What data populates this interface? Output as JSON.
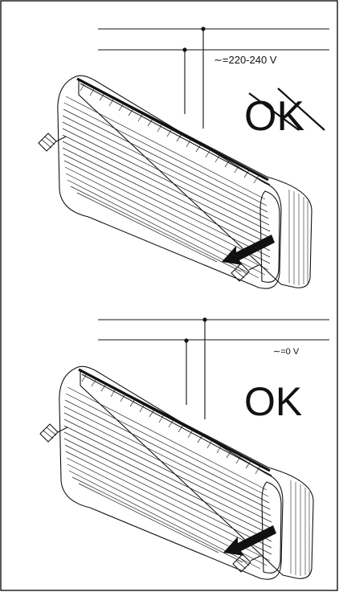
{
  "panels": [
    {
      "voltage_label": "∼=220-240 V",
      "status_text": "OK",
      "status_crossed": true
    },
    {
      "voltage_label": "∼=0 V",
      "status_text": "OK",
      "status_crossed": false
    }
  ]
}
